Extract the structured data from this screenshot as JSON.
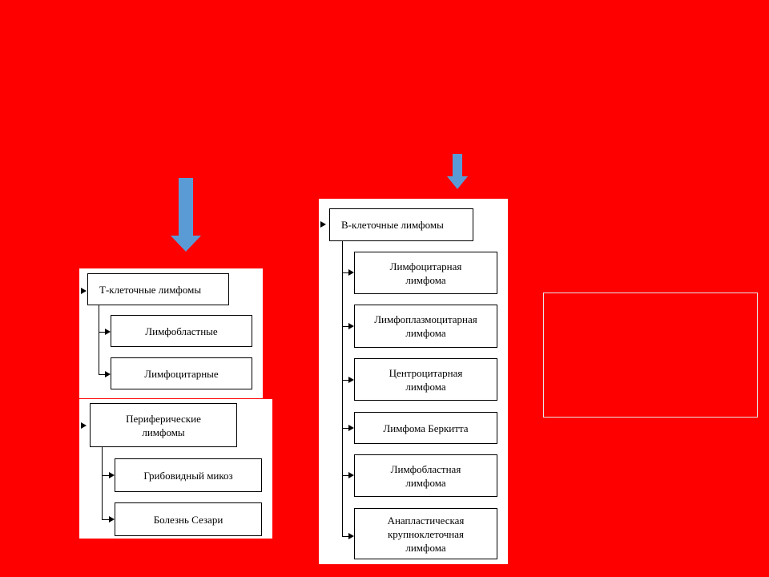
{
  "colors": {
    "background": "#ff0000",
    "arrow": "#5b9bd5",
    "panel": "#ffffff"
  },
  "t_cell": {
    "title": "Т-клеточные лимфомы",
    "items": [
      "Лимфобластные",
      "Лимфоцитарные"
    ]
  },
  "peripheral": {
    "title": "Периферические\nлимфомы",
    "items": [
      "Грибовидный микоз",
      "Болезнь Сезари"
    ]
  },
  "b_cell": {
    "title": "В-клеточные лимфомы",
    "items": [
      "Лимфоцитарная\nлимфома",
      "Лимфоплазмоцитарная\nлимфома",
      "Центроцитарная\nлимфома",
      "Лимфома Беркитта",
      "Лимфобластная\nлимфома",
      "Анапластическая\nкрупноклеточная\nлимфома"
    ]
  }
}
